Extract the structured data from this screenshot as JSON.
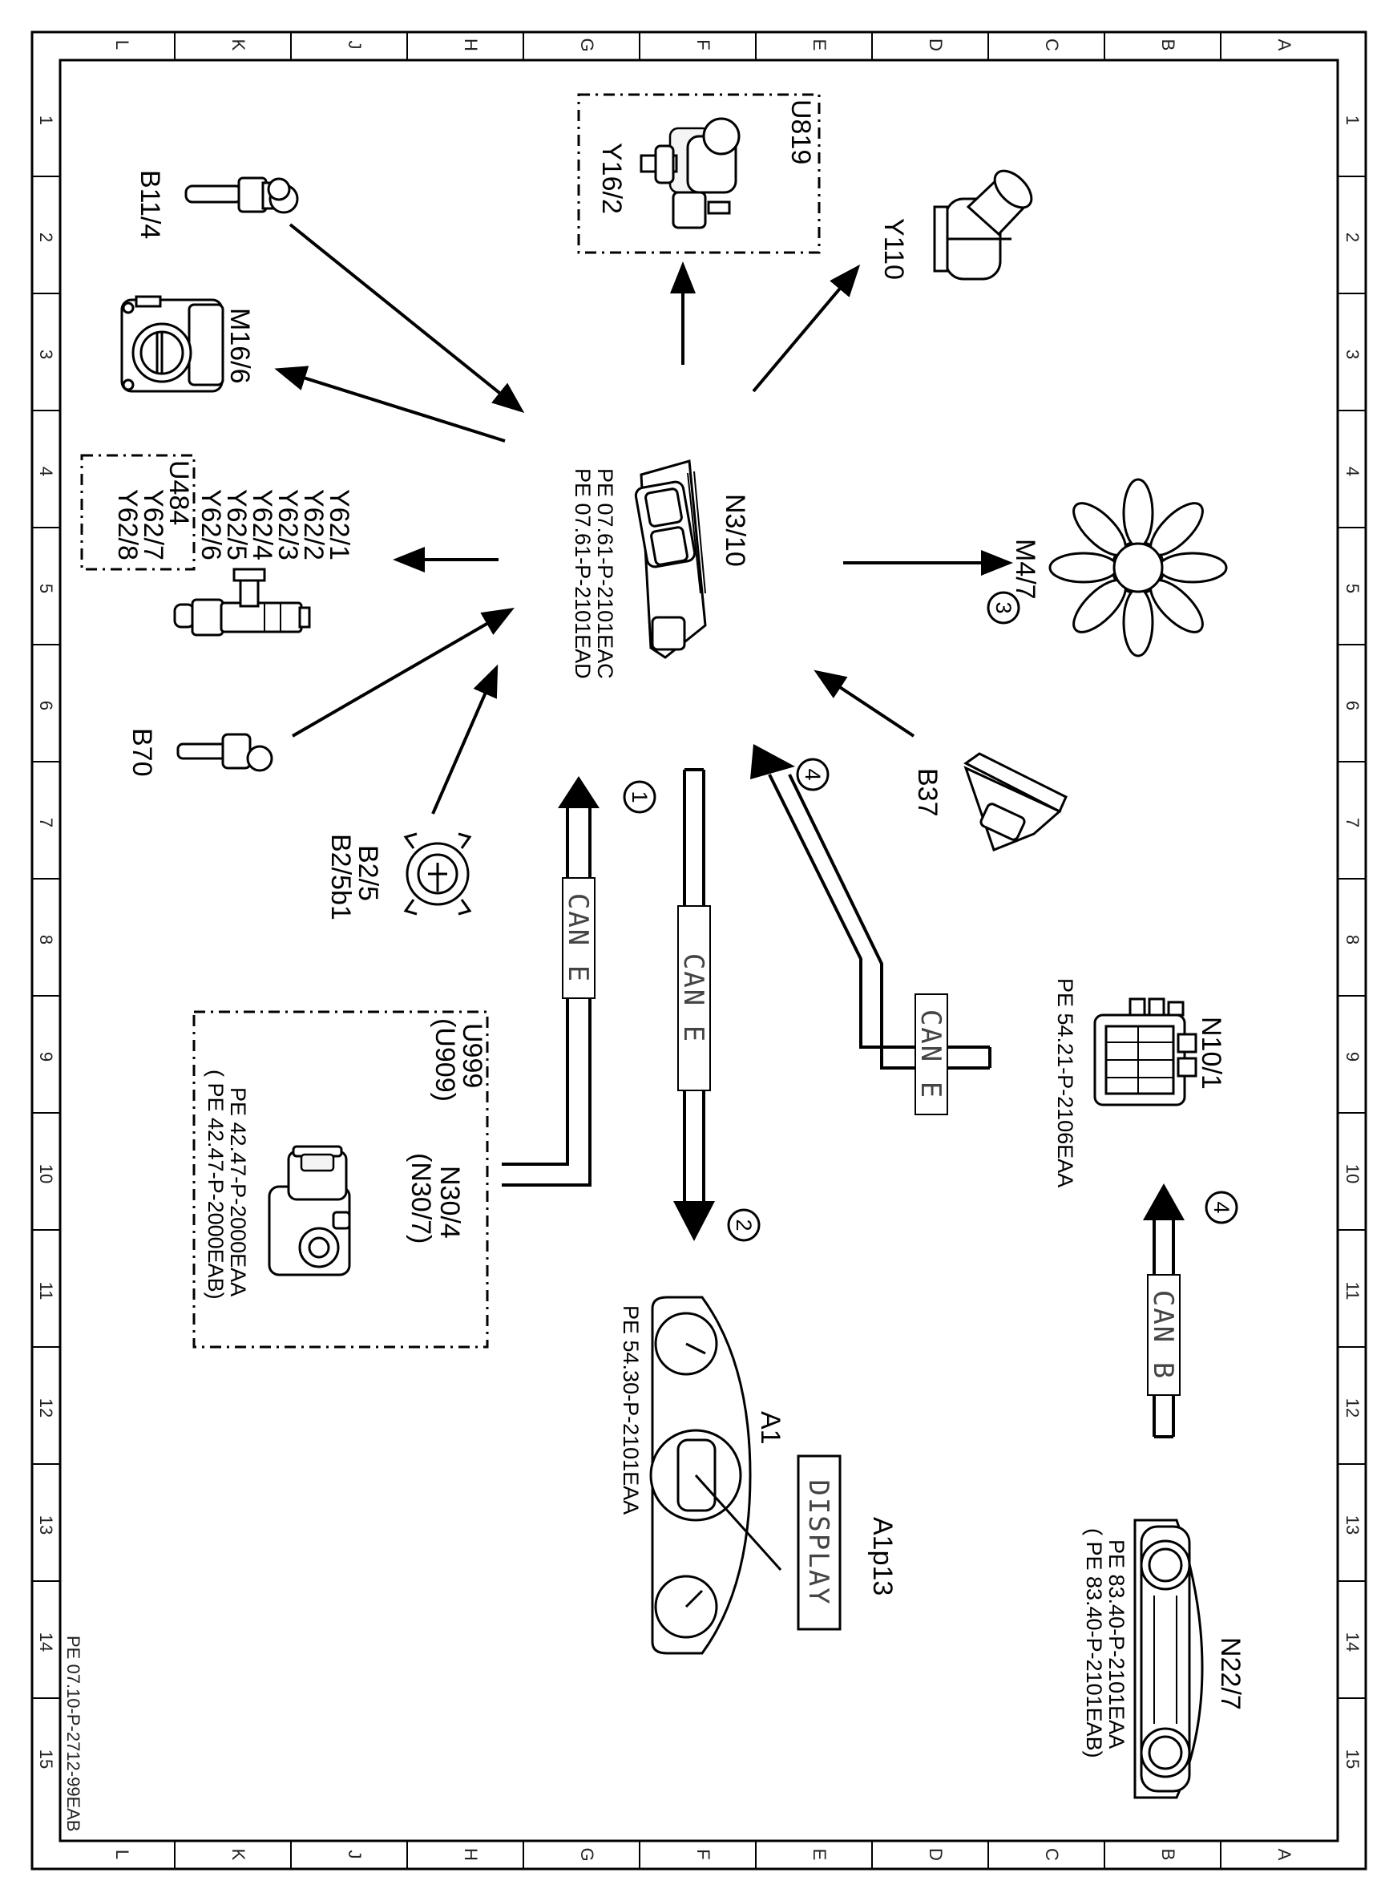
{
  "grid": {
    "columns": [
      "L",
      "K",
      "J",
      "H",
      "G",
      "F",
      "E",
      "D",
      "C",
      "B",
      "A"
    ],
    "rows": [
      "1",
      "2",
      "3",
      "4",
      "5",
      "6",
      "7",
      "8",
      "9",
      "10",
      "11",
      "12",
      "13",
      "14",
      "15"
    ]
  },
  "document_id": "PE 07.10-P-2712-99EAB",
  "components": {
    "b11_4": "B11/4",
    "u819": "U819",
    "y16_2": "Y16/2",
    "y110": "Y110",
    "m16_6": "M16/6",
    "u484": "U484",
    "y62": [
      "Y62/1",
      "Y62/2",
      "Y62/3",
      "Y62/4",
      "Y62/5",
      "Y62/6"
    ],
    "y62_boxed": [
      "Y62/7",
      "Y62/8"
    ],
    "n3_10": "N3/10",
    "n3_10_refs": [
      "PE  07.61-P-2101EAC",
      "PE  07.61-P-2101EAD"
    ],
    "m4_7": "M4/7",
    "b70": "B70",
    "b37": "B37",
    "b2_5": "B2/5",
    "b2_5b1": "B2/5b1",
    "u999": "U999",
    "u909": "(U909)",
    "n30_4": "N30/4",
    "n30_7": "(N30/7)",
    "n30_4_refs": [
      "PE  42.47-P-2000EAA",
      "(    PE  42.47-P-2000EAB)"
    ],
    "n10_1": "N10/1",
    "n10_1_ref": "PE  54.21-P-2106EAA",
    "a1": "A1",
    "a1_ref": "PE  54.30-P-2101EAA",
    "a1p13": "A1p13",
    "display_text": "DISPLAY",
    "n22_7": "N22/7",
    "n22_7_refs": [
      "PE  83.40-P-2101EAA",
      "(    PE  83.40-P-2101EAB)"
    ]
  },
  "bus_labels": {
    "can_e_1": "CAN E",
    "can_e_2": "CAN E",
    "can_e_4": "CAN E",
    "can_b_4": "CAN B"
  },
  "markers": {
    "m1": "1",
    "m2": "2",
    "m3": "3",
    "m4a": "4",
    "m4b": "4"
  }
}
